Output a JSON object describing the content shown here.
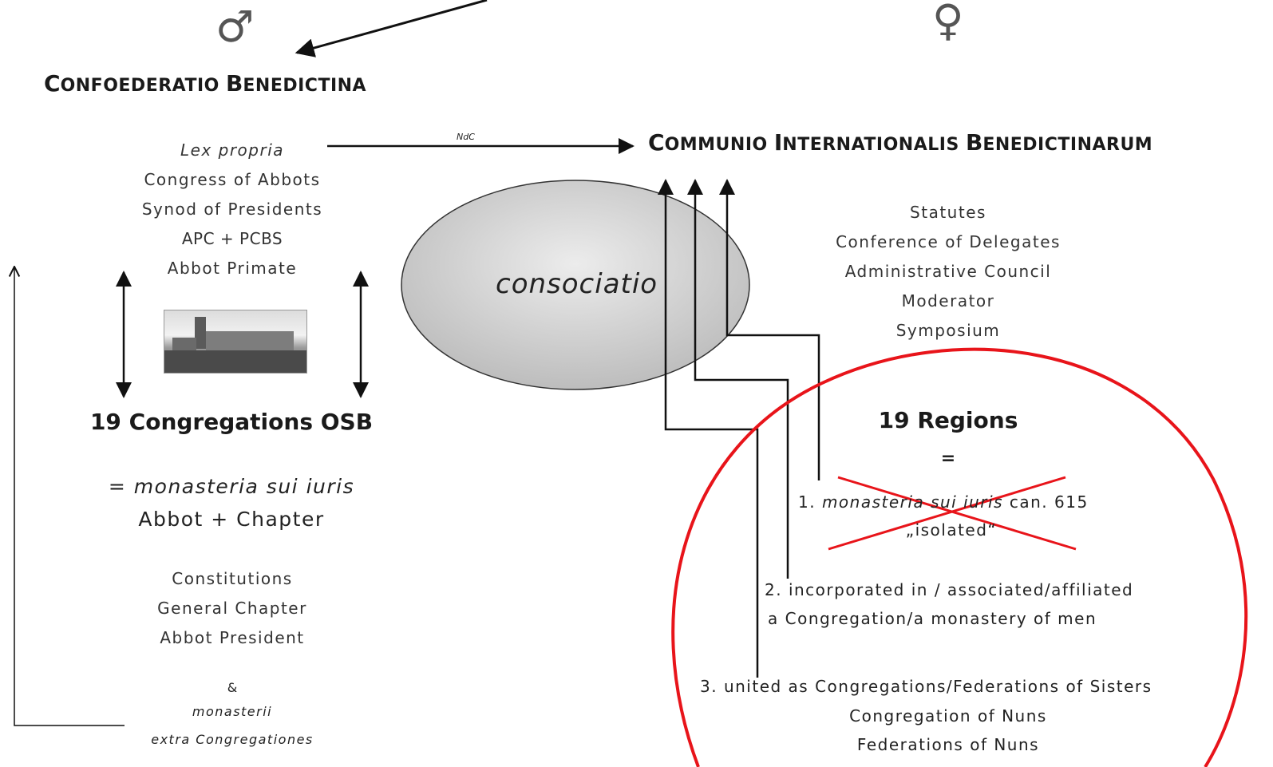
{
  "symbols": {
    "male": "♂",
    "female": "♀"
  },
  "left": {
    "title_first": "C",
    "title_rest": "ONFOEDERATIO ",
    "title2_first": "B",
    "title2_rest": "ENEDICTINA",
    "lex_propria": "Lex propria",
    "governance": [
      "Congress of Abbots",
      "Synod of Presidents",
      "APC + PCBS",
      "Abbot Primate"
    ],
    "congregations_heading": "19 Congregations OSB",
    "sui_iuris_prefix": "= ",
    "sui_iuris": "monasteria sui iuris",
    "abbot_chapter": "Abbot + Chapter",
    "constitutions": [
      "Constitutions",
      "General Chapter",
      "Abbot President"
    ],
    "ampersand": "&",
    "monasterii": "monasterii",
    "extra": "extra Congregationes"
  },
  "arrow_label": "NdC",
  "right": {
    "title_parts": [
      {
        "first": "C",
        "rest": "OMMUNIO "
      },
      {
        "first": "I",
        "rest": "NTERNATIONALIS "
      },
      {
        "first": "B",
        "rest": "ENEDICTINARUM"
      }
    ],
    "governance": [
      "Statutes",
      "Conference of Delegates",
      "Administrative Council",
      "Moderator",
      "Symposium"
    ],
    "regions_heading": "19 Regions",
    "equals": "=",
    "item1_prefix": "1. ",
    "item1_italic": "monasteria sui iuris",
    "item1_suffix": " can. 615",
    "item1_note": "„isolated“",
    "item2_line1": "2. incorporated in / associated/affiliated",
    "item2_line2": "a Congregation/a monastery of men",
    "item3_line1": "3. united as Congregations/Federations of Sisters",
    "item3_line2": "Congregation of Nuns",
    "item3_line3": "Federations of Nuns"
  },
  "ellipse_label": "consociatio",
  "photo_icon": "monastery-photo",
  "colors": {
    "red": "#e8141a",
    "ellipse_fill": "#d0d0d0",
    "line": "#111111"
  }
}
